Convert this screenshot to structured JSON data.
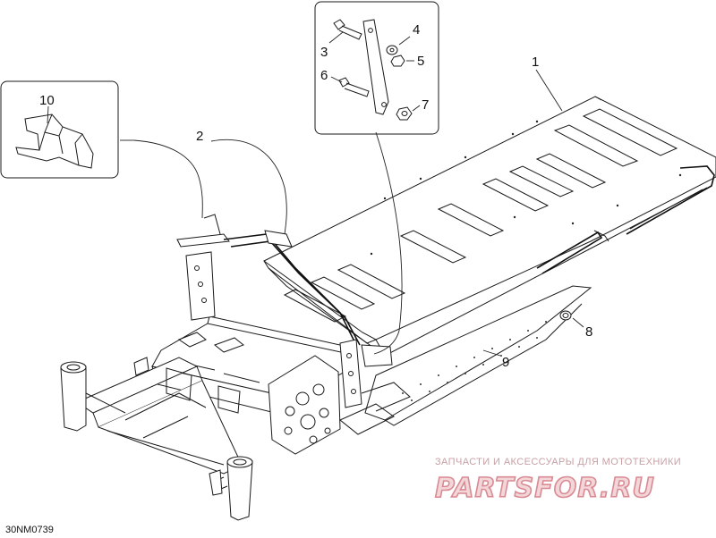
{
  "diagram": {
    "callouts": [
      {
        "id": "1",
        "label": "1"
      },
      {
        "id": "2",
        "label": "2"
      },
      {
        "id": "3",
        "label": "3"
      },
      {
        "id": "4",
        "label": "4"
      },
      {
        "id": "5",
        "label": "5"
      },
      {
        "id": "6",
        "label": "6"
      },
      {
        "id": "7",
        "label": "7"
      },
      {
        "id": "8",
        "label": "8"
      },
      {
        "id": "9",
        "label": "9"
      },
      {
        "id": "10",
        "label": "10"
      }
    ],
    "drawing_code": "30NM0739"
  },
  "watermark": {
    "caption": "ЗАПЧАСТИ И АКСЕССУАРЫ ДЛЯ МОТОТЕХНИКИ",
    "brand": "PARTSFOR.RU"
  }
}
